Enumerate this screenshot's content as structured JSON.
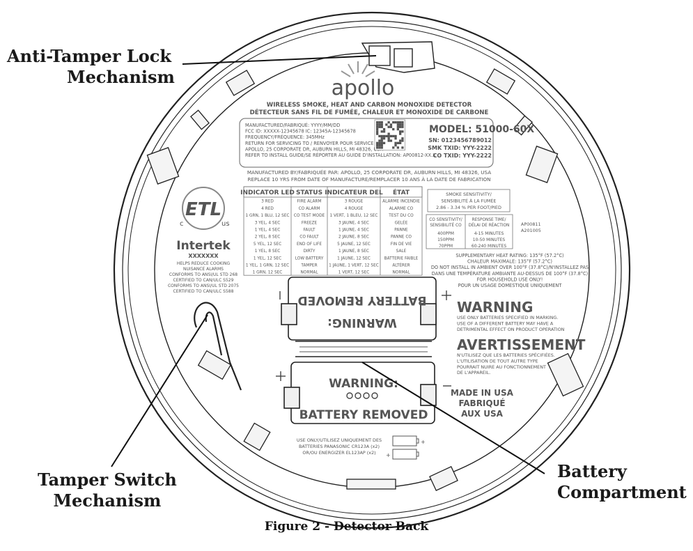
{
  "callouts": {
    "anti_tamper": [
      "Anti-Tamper Lock",
      "Mechanism"
    ],
    "tamper_switch": [
      "Tamper Switch",
      "Mechanism"
    ],
    "battery_compartment": [
      "Battery",
      "Compartment"
    ]
  },
  "caption": "Figure 2 - Detector Back",
  "brand": "apollo",
  "product_en": "WIRELESS SMOKE, HEAT AND CARBON MONOXIDE DETECTOR",
  "product_fr": "DÉTECTEUR SANS FIL DE FUMÉE, CHALEUR ET MONOXIDE DE CARBONE",
  "label_lines": [
    "MANUFACTURED/FABRIQUÉ: YYYY/MM/DD",
    "FCC ID: XXXXX-12345678  IC: 12345A-12345678",
    "FREQUENCY/FRÉQUENCE: 345MHz",
    "RETURN FOR SERVICING TO / RENVOYER POUR SERVICE À:",
    "APOLLO, 25 CORPORATE DR, AUBURN HILLS, MI 48326, USA",
    "REFER TO INSTALL GUIDE/SE RÉPORTER AU GUIDE D'INSTALLATION: AP00812-XX.X"
  ],
  "model": "MODEL: 51000-60X",
  "ids": [
    "SN: 0123456789012",
    "SMK TXID: YYY-2222",
    "CO TXID: YYY-2222"
  ],
  "manufactured_by": "MANUFACTURED BY/FABRIQUÉE PAR: APOLLO, 25 CORPORATE DR, AUBURN HILLS, MI 48326, USA",
  "replace_note": "REPLACE 10 YRS FROM DATE OF MANUFACTURE/REMPLACER 10 ANS À LA DATE DE FABRICATION",
  "indicator_table": {
    "headers": [
      "INDICATOR LED",
      "STATUS",
      "INDICATEUR DEL",
      "ÉTAT"
    ],
    "rows": [
      [
        "3 RED",
        "FIRE ALARM",
        "3 ROUGE",
        "ALARME INCENDIE"
      ],
      [
        "4 RED",
        "CO ALARM",
        "4 ROUGE",
        "ALARME CO"
      ],
      [
        "1 GRN, 1 BLU, 12 SEC",
        "CO TEST MODE",
        "1 VERT, 1 BLEU, 12 SEC",
        "TEST DU CO"
      ],
      [
        "3 YEL, 4 SEC",
        "FREEZE",
        "3 JAUNE, 4 SEC",
        "GELÉE"
      ],
      [
        "1 YEL, 4 SEC",
        "FAULT",
        "1 JAUNE, 4 SEC",
        "PANNE"
      ],
      [
        "2 YEL, 8 SEC",
        "CO FAULT",
        "2 JAUNE, 8 SEC",
        "PANNE CO"
      ],
      [
        "5 YEL, 12 SEC",
        "END OF LIFE",
        "5 JAUNE, 12 SEC",
        "FIN DE VIE"
      ],
      [
        "1 YEL, 8 SEC",
        "DIRTY",
        "1 JAUNE, 8 SEC",
        "SALE"
      ],
      [
        "1 YEL, 12 SEC",
        "LOW BATTERY",
        "1 JAUNE, 12 SEC",
        "BATTERIE FAIBLE"
      ],
      [
        "1 YEL, 1 GRN, 12 SEC",
        "TAMPER",
        "1 JAUNE, 1 VERT, 12 SEC",
        "ALTÉRER"
      ],
      [
        "1 GRN, 12 SEC",
        "NORMAL",
        "1 VERT, 12 SEC",
        "NORMAL"
      ]
    ]
  },
  "smoke_sensitivity": [
    "SMOKE SENSITIVITY/",
    "SENSIBILITÉ À LA FUMÉE",
    "2.86 - 3.34 % PER FOOT/PIED"
  ],
  "co_table": {
    "headers": [
      "CO SENSITIVITY/ SENSIBILITÉ CO",
      "RESPONSE TIME/ DÉLAI DE RÉACTION"
    ],
    "rows": [
      [
        "400PPM",
        "4-15 MINUTES"
      ],
      [
        "150PPM",
        "10-50 MINUTES"
      ],
      [
        "70PPM",
        "60-240 MINUTES"
      ]
    ]
  },
  "ap_codes": [
    "AP00811",
    "A201005"
  ],
  "heat_lines": [
    "SUPPLEMENTARY HEAT RATING: 135°F (57.2°C)",
    "CHALEUR MAXIMALE: 135°F (57.2°C)",
    "DO NOT INSTALL IN AMBIENT OVER 100°F (37.8°C)/N'INSTALLEZ PAS",
    "DANS UNE TEMPÉRATURE AMBIANTE AU-DESSUS DE 100°F (37.8°C)",
    "FOR HOUSEHOLD USE ONLY!",
    "POUR UN USAGE DOMESTIQUE UNIQUEMENT"
  ],
  "warning_title": "WARNING",
  "warning_lines": [
    "USE ONLY BATTERIES SPECIFIED IN MARKING.",
    "USE OF A DIFFERENT BATTERY MAY HAVE A",
    "DETRIMENTAL EFFECT ON PRODUCT OPERATION"
  ],
  "avert_title": "AVERTISSEMENT",
  "avert_lines": [
    "N'UTILISEZ QUE LES BATTERIES SPÉCIFIÉES.",
    "L'UTILISATION DE TOUT AUTRE TYPE",
    "POURRAIT NUIRE AU FONCTIONNEMENT",
    "DE L'APPAREIL."
  ],
  "made_in": [
    "MADE IN USA",
    "FABRIQUÉ",
    "AUX USA"
  ],
  "etl": {
    "mark": "ETL",
    "left": "c",
    "right": "us",
    "brand": "Intertek",
    "code": "XXXXXXX"
  },
  "cert_lines": [
    "HELPS REDUCE COOKING",
    "NUISANCE ALARMS",
    "CONFORMS TO ANSI/UL STD 268",
    "CERTIFIED TO CAN/ULC S529",
    "CONFORMS TO ANSI/UL STD 2075",
    "CERTIFIED TO CAN/ULC S588"
  ],
  "battery_warning": "WARNING:",
  "battery_removed": "BATTERY REMOVED",
  "battery_use": [
    "USE ONLY/UTILISEZ UNIQUEMENT DES",
    "BATTERIES PANASONIC CR123A (x2)",
    "OR/OU  ENERGIZER EL123AP (x2)"
  ]
}
